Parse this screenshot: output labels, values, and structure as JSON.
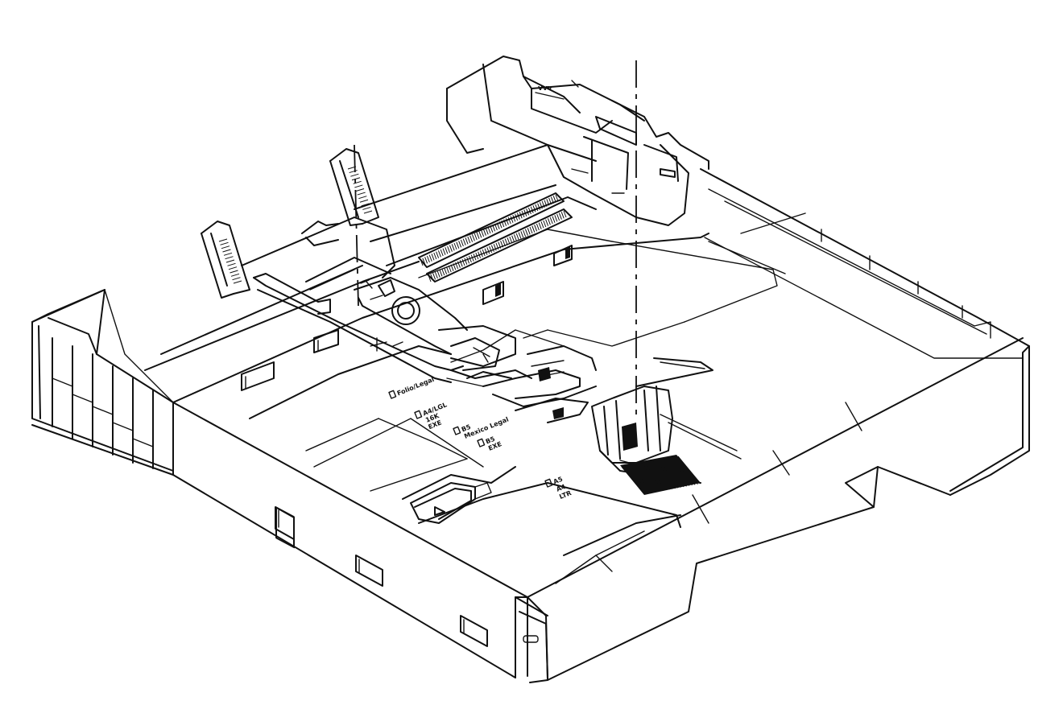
{
  "figure": {
    "labels": {
      "rear_mark": "vvv",
      "size_a": "Folio/Legal",
      "size_b1": "A4/LGL",
      "size_b2": "16K",
      "size_b3": "EXE",
      "size_c1": "B5",
      "size_c2": "Mexico Legal",
      "size_d1": "B5",
      "size_d2": "EXE",
      "size_e1": "A5",
      "size_e2": "A4",
      "size_e3": "LTR"
    }
  }
}
